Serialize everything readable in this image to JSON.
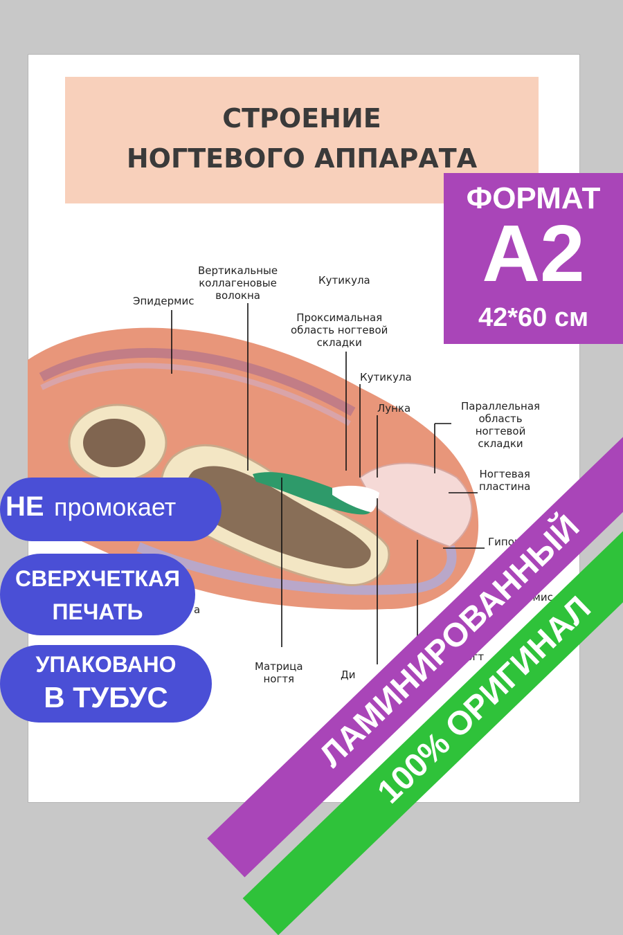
{
  "title": {
    "line1": "СТРОЕНИЕ",
    "line2": "НОГТЕВОГО АППАРАТА"
  },
  "format": {
    "label": "ФОРМАТ",
    "size": "А2",
    "dimensions": "42*60 см"
  },
  "labels": {
    "vertical_fibers": [
      "Вертикальные",
      "коллагеновые",
      "волокна"
    ],
    "cuticle_top": "Кутикула",
    "epidermis": "Эпидермис",
    "proximal_fold": [
      "Проксимальная",
      "область ногтевой",
      "складки"
    ],
    "cuticle": "Кутикула",
    "lunula": "Лунка",
    "parallel_fold": [
      "Параллельная",
      "область",
      "ногтевой",
      "складки"
    ],
    "nail_plate": [
      "Ногтевая",
      "пластина"
    ],
    "hyponychium": "Гипоних",
    "dermis": "рмис",
    "nail_bed": "Ногт",
    "matrix": [
      "Матрица",
      "ногтя"
    ],
    "distal": "Ди",
    "left_partial": "а"
  },
  "badges": {
    "waterproof_bold": "НЕ",
    "waterproof_rest": "промокает",
    "print": [
      "СВЕРХЧЕТКАЯ",
      "ПЕЧАТЬ"
    ],
    "pack": [
      "УПАКОВАНО",
      "В ТУБУС"
    ]
  },
  "ribbons": {
    "laminated": "ЛАМИНИРОВАННЫЙ",
    "original": "100% ОРИГИНАЛ"
  },
  "colors": {
    "background": "#c8c8c8",
    "title_bg": "#f8d0bb",
    "format_bg": "#a945b8",
    "badge_bg": "#4a4fd6",
    "ribbon_green": "#2fc23a",
    "skin": "#e8967a",
    "matrix_green": "#2e9a6a"
  }
}
